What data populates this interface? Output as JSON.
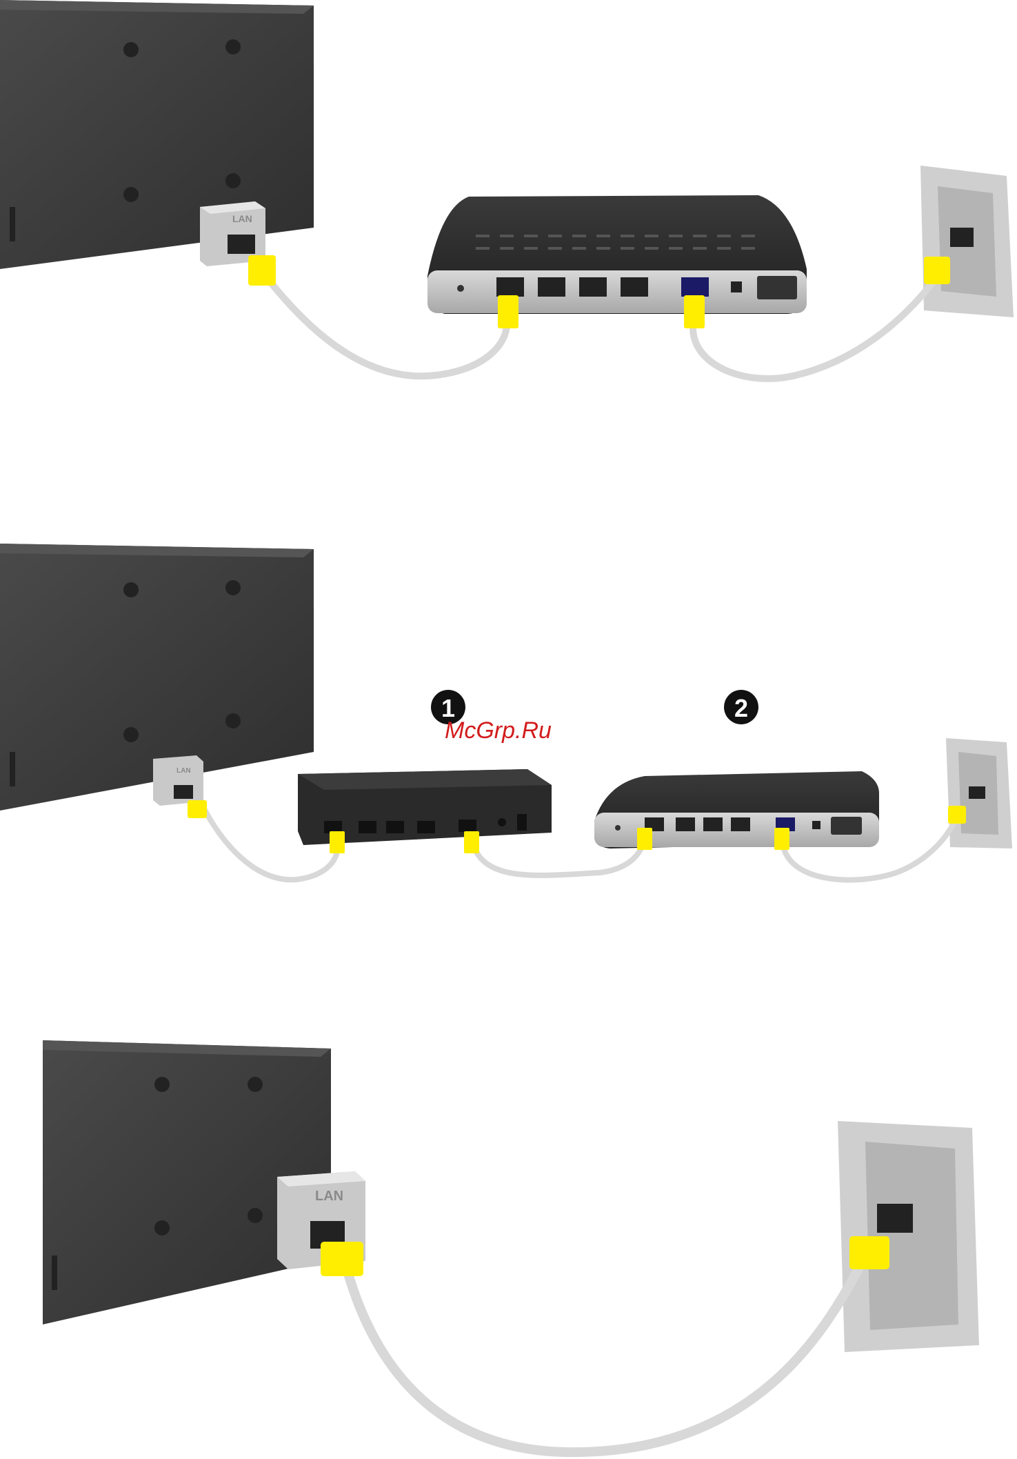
{
  "labels": {
    "lan": "LAN",
    "step_one": "1",
    "step_two": "2"
  },
  "watermark": "McGrp.Ru",
  "colors": {
    "tv_back": "#3a3a3a",
    "router_body": "#2b2b2b",
    "cable": "#d8d8d8",
    "connector": "#ffee00",
    "wall_plate": "#cfcfcf",
    "watermark": "#d21c1c"
  },
  "icons": [
    "tv-back-icon",
    "lan-port-icon",
    "router-icon",
    "network-switch-icon",
    "wall-jack-icon",
    "ethernet-cable-icon",
    "rj45-connector-icon"
  ]
}
